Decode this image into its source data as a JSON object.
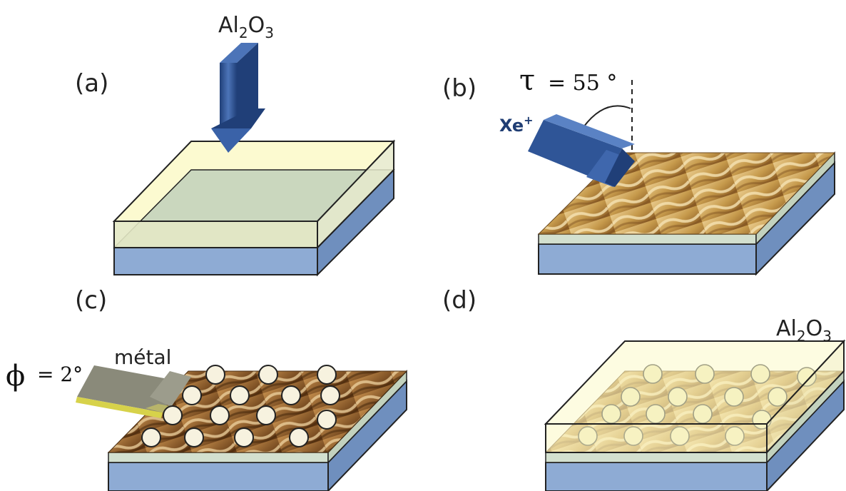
{
  "panels": {
    "a": {
      "label": "(a)",
      "arrow_label": [
        "Al",
        "2",
        "O",
        "3"
      ]
    },
    "b": {
      "label": "(b)",
      "angle_symbol": "τ",
      "angle_value": "= 55 °",
      "beam_label": "Xe",
      "beam_charge": "+"
    },
    "c": {
      "label": "(c)",
      "angle_symbol": "ϕ",
      "angle_value": "= 2°",
      "beam_label": "métal"
    },
    "d": {
      "label": "(d)",
      "cap_label": [
        "Al",
        "2",
        "O",
        "3"
      ]
    }
  },
  "colors": {
    "substrate_top": "#a9bfdc",
    "substrate_front": "#8eabd4",
    "substrate_side": "#6f8fbe",
    "thin_layer": "#d3e0cf",
    "alumina_cap": "#fcf9c8",
    "arrow_blue": "#2f5597",
    "metal_grey": "#8a8a7a",
    "metal_yellow": "#d7d24a"
  }
}
